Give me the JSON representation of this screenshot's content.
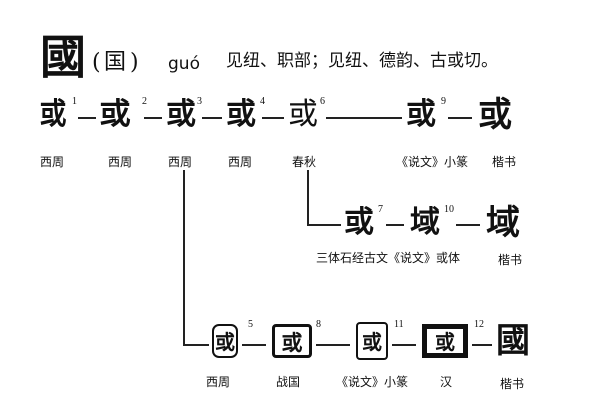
{
  "header": {
    "character": "國",
    "paren_open": "(",
    "simplified": "国",
    "paren_close": ")",
    "pinyin": "guó",
    "gloss": "见纽、职部；见纽、德韵、古或切。"
  },
  "row1": {
    "glyphs": [
      {
        "char": "或",
        "num": "1",
        "caption": "西周"
      },
      {
        "char": "或",
        "num": "2",
        "caption": "西周"
      },
      {
        "char": "或",
        "num": "3",
        "caption": "西周"
      },
      {
        "char": "或",
        "num": "4",
        "caption": "西周"
      },
      {
        "char": "或",
        "num": "6",
        "caption": "春秋"
      },
      {
        "char": "或",
        "num": "9",
        "caption": "《说文》小篆"
      },
      {
        "char": "或",
        "num": "",
        "caption": "楷书"
      }
    ]
  },
  "row2": {
    "glyphs": [
      {
        "char": "或",
        "num": "7",
        "caption": ""
      },
      {
        "char": "域",
        "num": "10",
        "caption": ""
      },
      {
        "char": "域",
        "num": "",
        "caption": "楷书"
      }
    ],
    "caption_combined": "三体石经古文《说文》或体"
  },
  "row3": {
    "glyphs": [
      {
        "char": "或",
        "num": "5",
        "caption": "西周"
      },
      {
        "char": "或",
        "num": "8",
        "caption": "战国"
      },
      {
        "char": "或",
        "num": "11",
        "caption": "《说文》小篆"
      },
      {
        "char": "或",
        "num": "12",
        "caption": "汉"
      },
      {
        "char": "國",
        "num": "",
        "caption": "楷书"
      }
    ]
  }
}
